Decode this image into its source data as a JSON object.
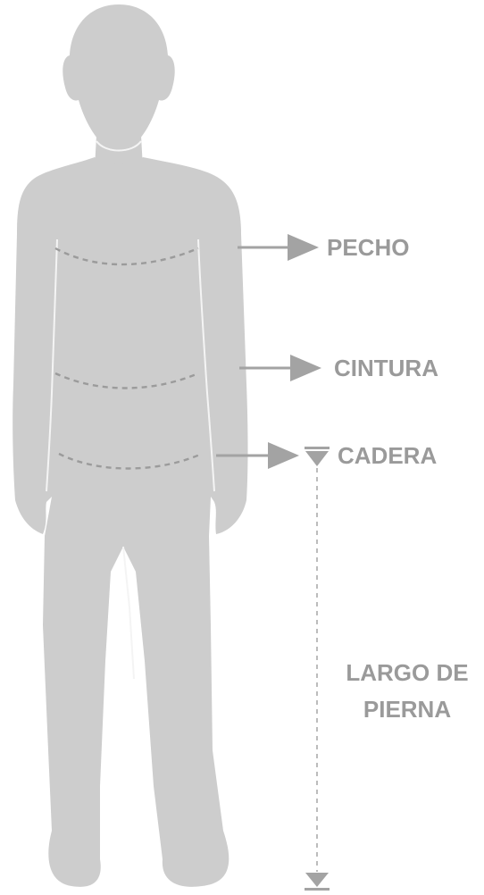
{
  "diagram": {
    "figure_color": "#cdcdcd",
    "label_color": "#9a9a9a",
    "arrow_color": "#a3a3a3",
    "measurements": {
      "chest": {
        "label": "PECHO"
      },
      "waist": {
        "label": "CINTURA"
      },
      "hip": {
        "label": "CADERA"
      },
      "leg_length": {
        "label_line1": "LARGO DE",
        "label_line2": "PIERNA"
      }
    }
  }
}
